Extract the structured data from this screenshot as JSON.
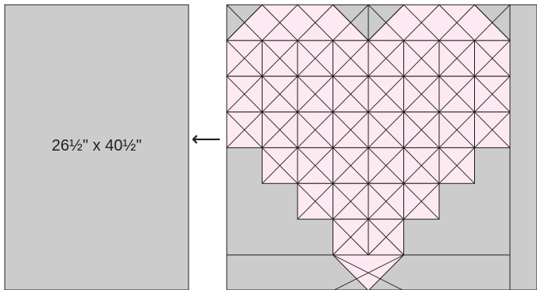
{
  "panel": {
    "label": "26½\" x 40½\"",
    "fill": "#cccccc"
  },
  "arrow": {
    "icon": "left-arrow-icon",
    "glyph": "⟵"
  },
  "quilt": {
    "background_fill": "#cccccc",
    "heart_fill": "#fce9f1",
    "line_color": "#231f20",
    "block_rows": 7,
    "block_cols": 8,
    "heart_row_widths": [
      8,
      8,
      8,
      6,
      4,
      2
    ],
    "top_notch_triangles": true
  }
}
